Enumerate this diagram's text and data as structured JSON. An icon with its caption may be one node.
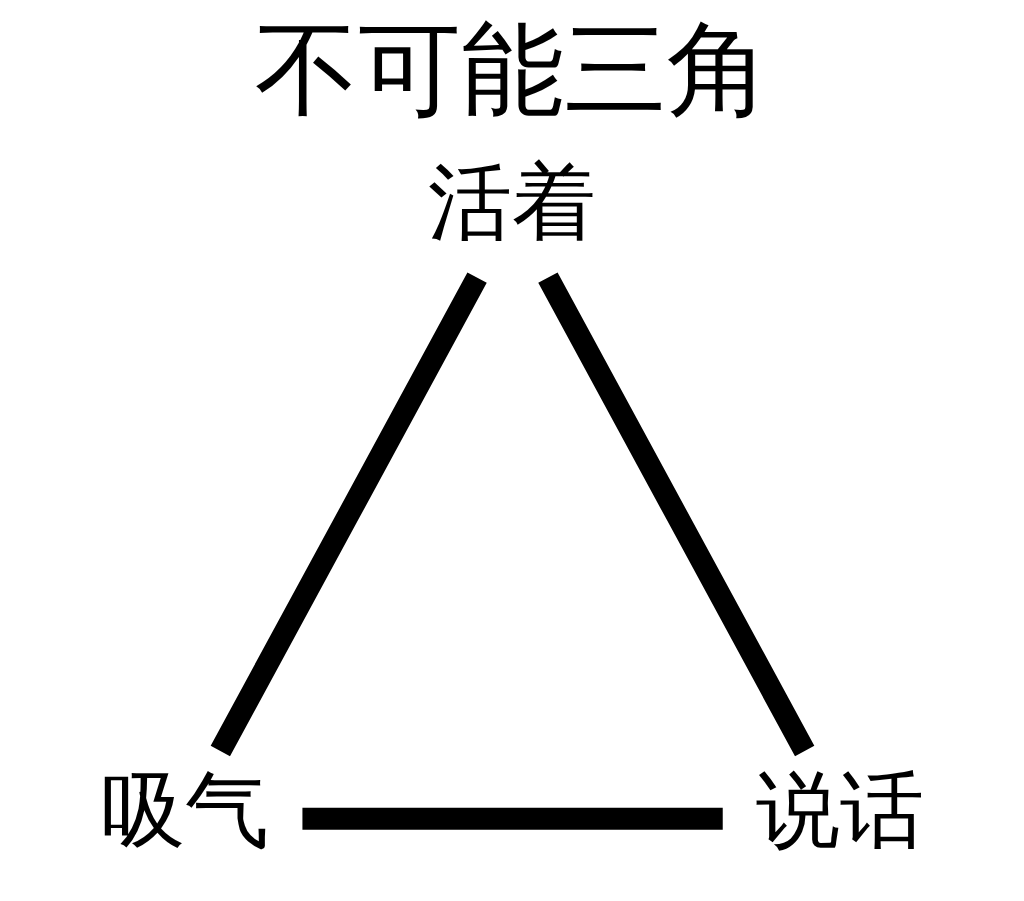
{
  "diagram": {
    "title": "不可能三角",
    "nodes": [
      {
        "text": [
          "活着"
        ]
      },
      {
        "text": [
          "吸气"
        ]
      },
      {
        "text": [
          "说话"
        ]
      }
    ],
    "edges": [
      {
        "from": 0,
        "to": 1,
        "arrow": "none"
      },
      {
        "from": 1,
        "to": 2,
        "arrow": "none"
      },
      {
        "from": 0,
        "to": 2,
        "arrow": "none"
      }
    ]
  }
}
